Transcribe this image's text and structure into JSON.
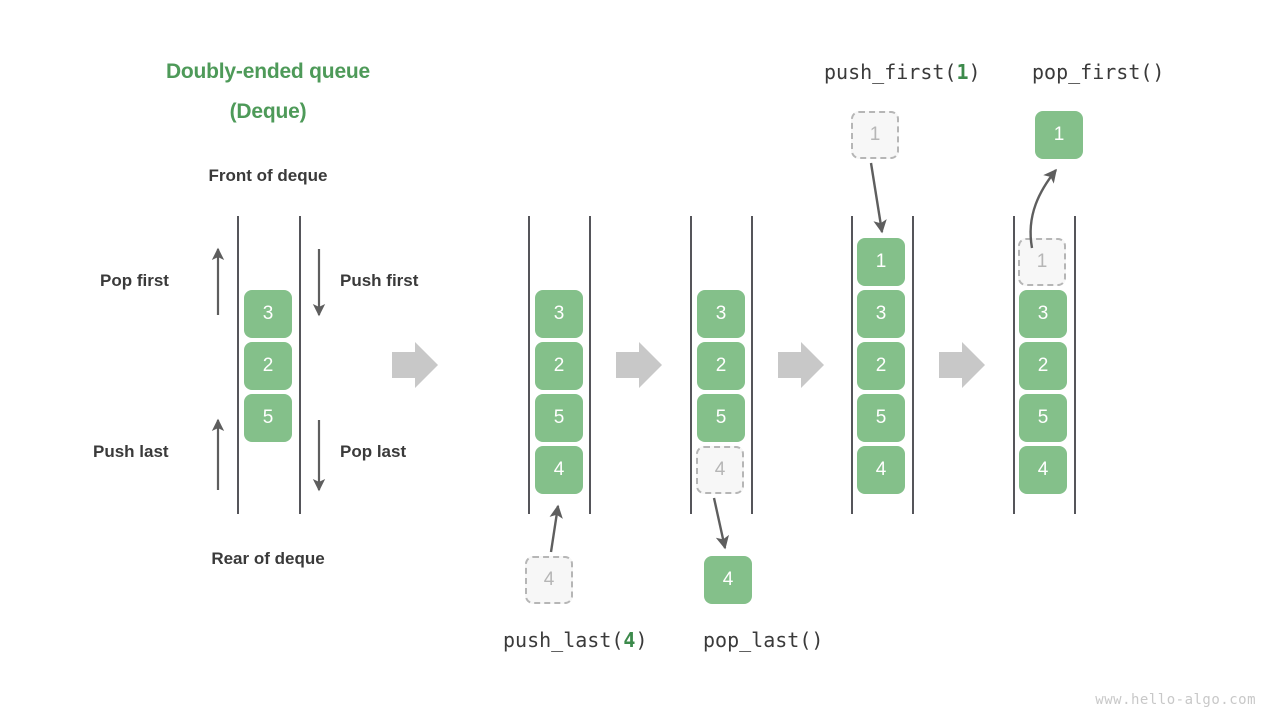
{
  "title": {
    "line1": "Doubly-ended queue",
    "line2": "(Deque)",
    "color": "#4e9a59"
  },
  "anchors": {
    "front": "Front of deque",
    "rear": "Rear of deque"
  },
  "operations_side": {
    "pop_first": "Pop first",
    "push_first": "Push first",
    "push_last": "Push last",
    "pop_last": "Pop last"
  },
  "operation_labels": {
    "push_last": {
      "name": "push_last(",
      "arg": "4",
      "close": ")"
    },
    "pop_last": {
      "name": "pop_last()",
      "arg": "",
      "close": ""
    },
    "push_first": {
      "name": "push_first(",
      "arg": "1",
      "close": ")"
    },
    "pop_first": {
      "name": "pop_first()",
      "arg": "",
      "close": ""
    }
  },
  "stages": [
    {
      "id": "initial",
      "items": [
        {
          "value": "3",
          "state": "filled"
        },
        {
          "value": "2",
          "state": "filled"
        },
        {
          "value": "5",
          "state": "filled"
        }
      ],
      "detached": []
    },
    {
      "id": "after-push-last",
      "items": [
        {
          "value": "3",
          "state": "filled"
        },
        {
          "value": "2",
          "state": "filled"
        },
        {
          "value": "5",
          "state": "filled"
        },
        {
          "value": "4",
          "state": "filled"
        }
      ],
      "detached": [
        {
          "value": "4",
          "state": "ghost",
          "position": "below"
        }
      ]
    },
    {
      "id": "after-pop-last",
      "items": [
        {
          "value": "3",
          "state": "filled"
        },
        {
          "value": "2",
          "state": "filled"
        },
        {
          "value": "5",
          "state": "filled"
        },
        {
          "value": "4",
          "state": "ghost"
        }
      ],
      "detached": [
        {
          "value": "4",
          "state": "filled",
          "position": "below"
        }
      ]
    },
    {
      "id": "after-push-first",
      "items": [
        {
          "value": "1",
          "state": "filled"
        },
        {
          "value": "3",
          "state": "filled"
        },
        {
          "value": "2",
          "state": "filled"
        },
        {
          "value": "5",
          "state": "filled"
        },
        {
          "value": "4",
          "state": "filled"
        }
      ],
      "detached": [
        {
          "value": "1",
          "state": "ghost",
          "position": "above"
        }
      ]
    },
    {
      "id": "after-pop-first",
      "items": [
        {
          "value": "1",
          "state": "ghost"
        },
        {
          "value": "3",
          "state": "filled"
        },
        {
          "value": "2",
          "state": "filled"
        },
        {
          "value": "5",
          "state": "filled"
        },
        {
          "value": "4",
          "state": "filled"
        }
      ],
      "detached": [
        {
          "value": "1",
          "state": "filled",
          "position": "above"
        }
      ]
    }
  ],
  "colors": {
    "cell_fill": "#84c08a",
    "cell_text": "#ffffff",
    "ghost_fill": "#f7f7f7",
    "ghost_border": "#b6b6b6",
    "ghost_text": "#b6b6b6",
    "rail": "#55555a",
    "thin_arrow": "#5e5e5e",
    "block_arrow": "#c8c8c8",
    "label_text": "#3a3a3a",
    "accent_green": "#3c8a4b",
    "watermark": "#c8c8c8"
  },
  "watermark": "www.hello-algo.com",
  "transition_arrows": 4
}
